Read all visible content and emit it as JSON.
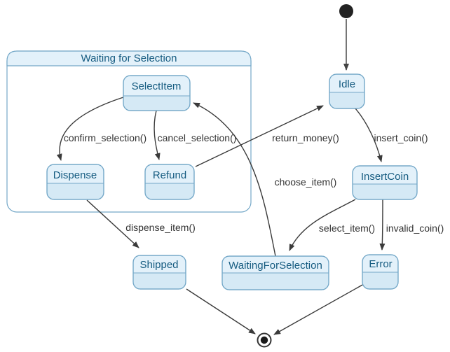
{
  "diagram": {
    "kind": "uml-state-diagram",
    "subject": "vending machine states"
  },
  "colors": {
    "state_fill": "#d5e9f5",
    "state_fill_top": "#e3f1fa",
    "state_border": "#74a8c8",
    "state_text": "#155b80",
    "edge_stroke": "#3a3a3a",
    "edge_label_text": "#333333",
    "start_marker": "#222222",
    "composite_body": "#ffffff"
  },
  "composite": {
    "title": "Waiting for Selection"
  },
  "states": {
    "idle": {
      "label": "Idle"
    },
    "select_item": {
      "label": "SelectItem"
    },
    "dispense": {
      "label": "Dispense"
    },
    "refund": {
      "label": "Refund"
    },
    "insert_coin": {
      "label": "InsertCoin"
    },
    "shipped": {
      "label": "Shipped"
    },
    "waiting_for_selection": {
      "label": "WaitingForSelection"
    },
    "error": {
      "label": "Error"
    }
  },
  "transitions": {
    "insert_coin": {
      "label": "insert_coin()",
      "from": "Idle",
      "to": "InsertCoin"
    },
    "invalid_coin": {
      "label": "invalid_coin()",
      "from": "InsertCoin",
      "to": "Error"
    },
    "select_item": {
      "label": "select_item()",
      "from": "InsertCoin",
      "to": "WaitingForSelection"
    },
    "choose_item": {
      "label": "choose_item()",
      "from": "WaitingForSelection",
      "to": "SelectItem"
    },
    "confirm_selection": {
      "label": "confirm_selection()",
      "from": "SelectItem",
      "to": "Dispense"
    },
    "cancel_selection": {
      "label": "cancel_selection()",
      "from": "SelectItem",
      "to": "Refund"
    },
    "return_money": {
      "label": "return_money()",
      "from": "Refund",
      "to": "Idle"
    },
    "dispense_item": {
      "label": "dispense_item()",
      "from": "Dispense",
      "to": "Shipped"
    },
    "start": {
      "label": "",
      "from": "initial",
      "to": "Idle"
    },
    "shipped_end": {
      "label": "",
      "from": "Shipped",
      "to": "final"
    },
    "error_end": {
      "label": "",
      "from": "Error",
      "to": "final"
    }
  }
}
